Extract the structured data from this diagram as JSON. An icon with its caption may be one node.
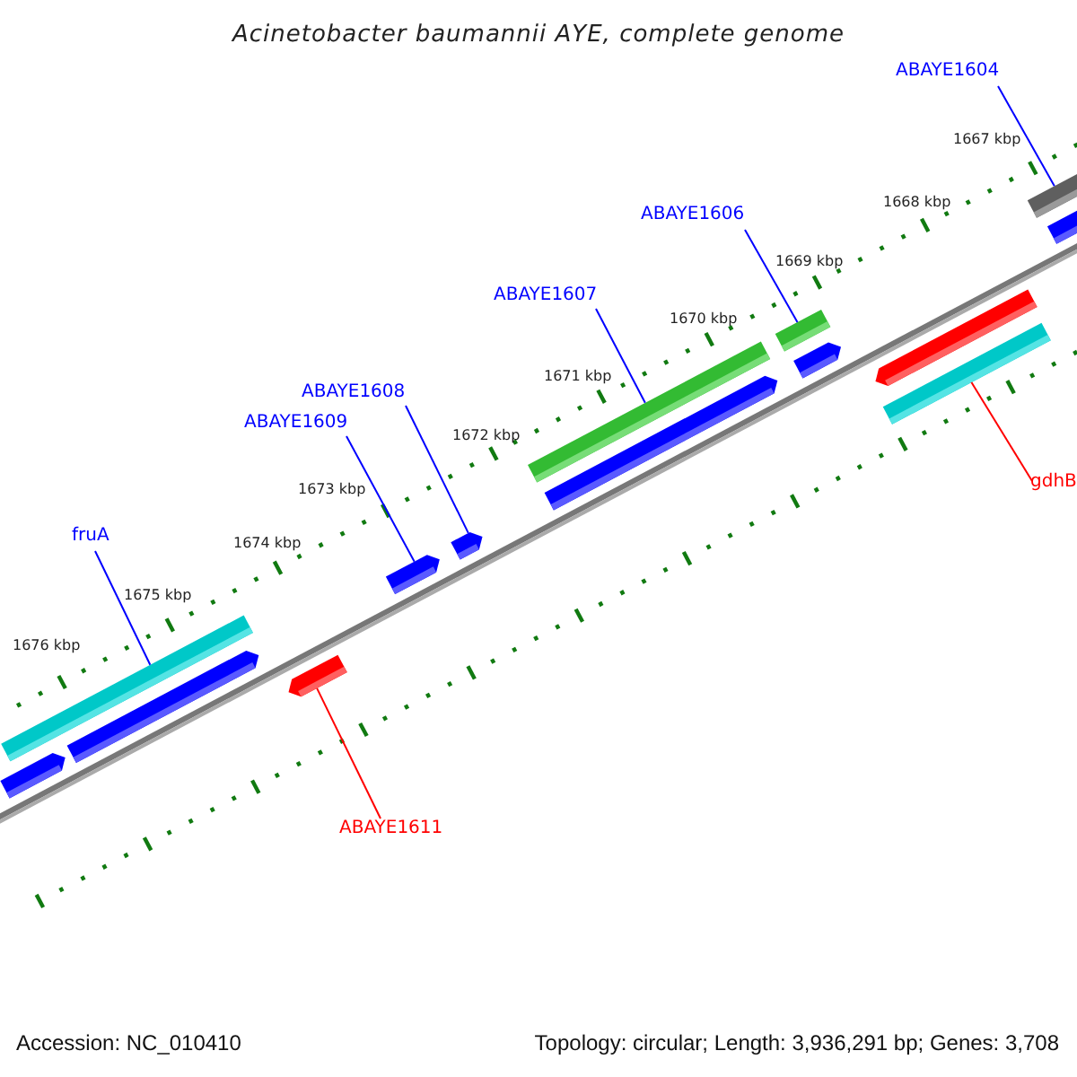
{
  "diagram": {
    "title": "Acinetobacter baumannii AYE, complete genome",
    "nodes": [
      {
        "text": [
          "ABAYE1604"
        ]
      },
      {
        "text": [],
        "shape": "bar"
      },
      {
        "text": [
          "ABAYE1606"
        ]
      },
      {
        "text": [],
        "shape": "bar"
      },
      {
        "text": [
          "ABAYE1607"
        ]
      },
      {
        "text": [],
        "shape": "bar"
      },
      {
        "text": [
          "ABAYE1608"
        ]
      },
      {
        "text": [],
        "shape": "bar"
      },
      {
        "text": [
          "ABAYE1609"
        ]
      },
      {
        "text": [],
        "shape": "bar"
      },
      {
        "text": [
          "fruA"
        ]
      },
      {
        "text": [],
        "shape": "bar"
      },
      {
        "text": [
          "gdhB"
        ]
      },
      {
        "text": [],
        "shape": "bar"
      },
      {
        "text": [
          "ABAYE1611"
        ]
      },
      {
        "text": [],
        "shape": "bar"
      },
      {
        "text": [],
        "shape": "bar"
      },
      {
        "text": [],
        "shape": "bar"
      },
      {
        "text": [],
        "shape": "bar"
      },
      {
        "text": [],
        "shape": "bar"
      },
      {
        "text": [],
        "shape": "bar"
      },
      {
        "text": [],
        "shape": "bar"
      }
    ],
    "edges": [
      {
        "from": 0,
        "to": 1,
        "arrow": "none"
      },
      {
        "from": 2,
        "to": 3,
        "arrow": "none"
      },
      {
        "from": 4,
        "to": 5,
        "arrow": "none"
      },
      {
        "from": 6,
        "to": 7,
        "arrow": "none"
      },
      {
        "from": 8,
        "to": 9,
        "arrow": "none"
      },
      {
        "from": 10,
        "to": 11,
        "arrow": "none"
      },
      {
        "from": 12,
        "to": 13,
        "arrow": "none",
        "color": "#ff0000"
      },
      {
        "from": 14,
        "to": 15,
        "arrow": "none",
        "color": "#ff0000"
      }
    ],
    "labels": [
      "1667 kbp",
      "1668 kbp",
      "1669 kbp",
      "1670 kbp",
      "1671 kbp",
      "1672 kbp",
      "1673 kbp",
      "1674 kbp",
      "1675 kbp",
      "1676 kbp",
      "Accession: NC_010410",
      "Topology: circular; Length: 3,936,291 bp; Genes: 3,708"
    ]
  }
}
